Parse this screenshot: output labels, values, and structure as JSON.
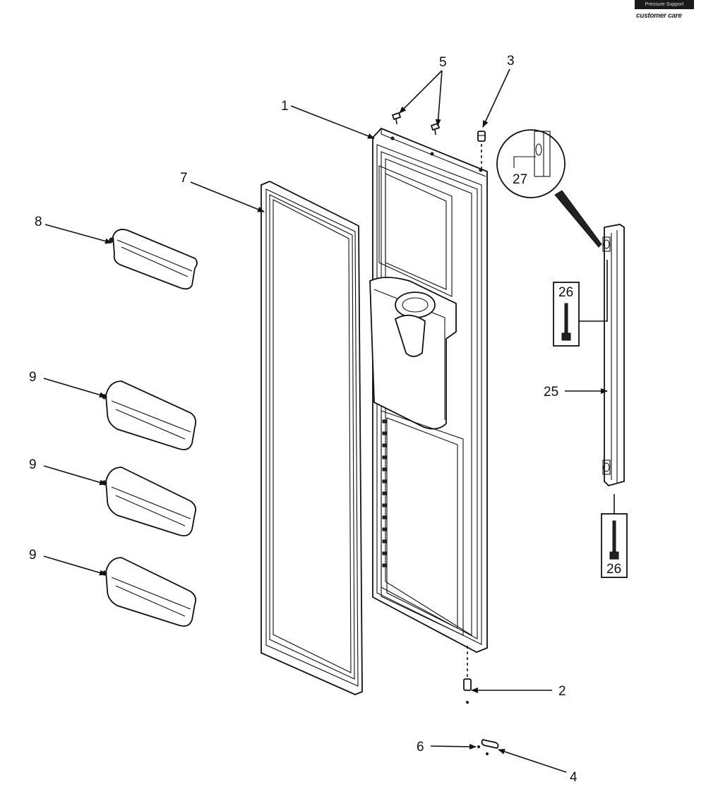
{
  "branding": {
    "logo_top": "Pressure Support",
    "logo_bottom": "customer care"
  },
  "callouts": {
    "part_1": "1",
    "part_2": "2",
    "part_3": "3",
    "part_4": "4",
    "part_5": "5",
    "part_6": "6",
    "part_7": "7",
    "part_8": "8",
    "part_9a": "9",
    "part_9b": "9",
    "part_9c": "9",
    "part_25": "25",
    "part_26a": "26",
    "part_26b": "26",
    "part_27": "27"
  }
}
